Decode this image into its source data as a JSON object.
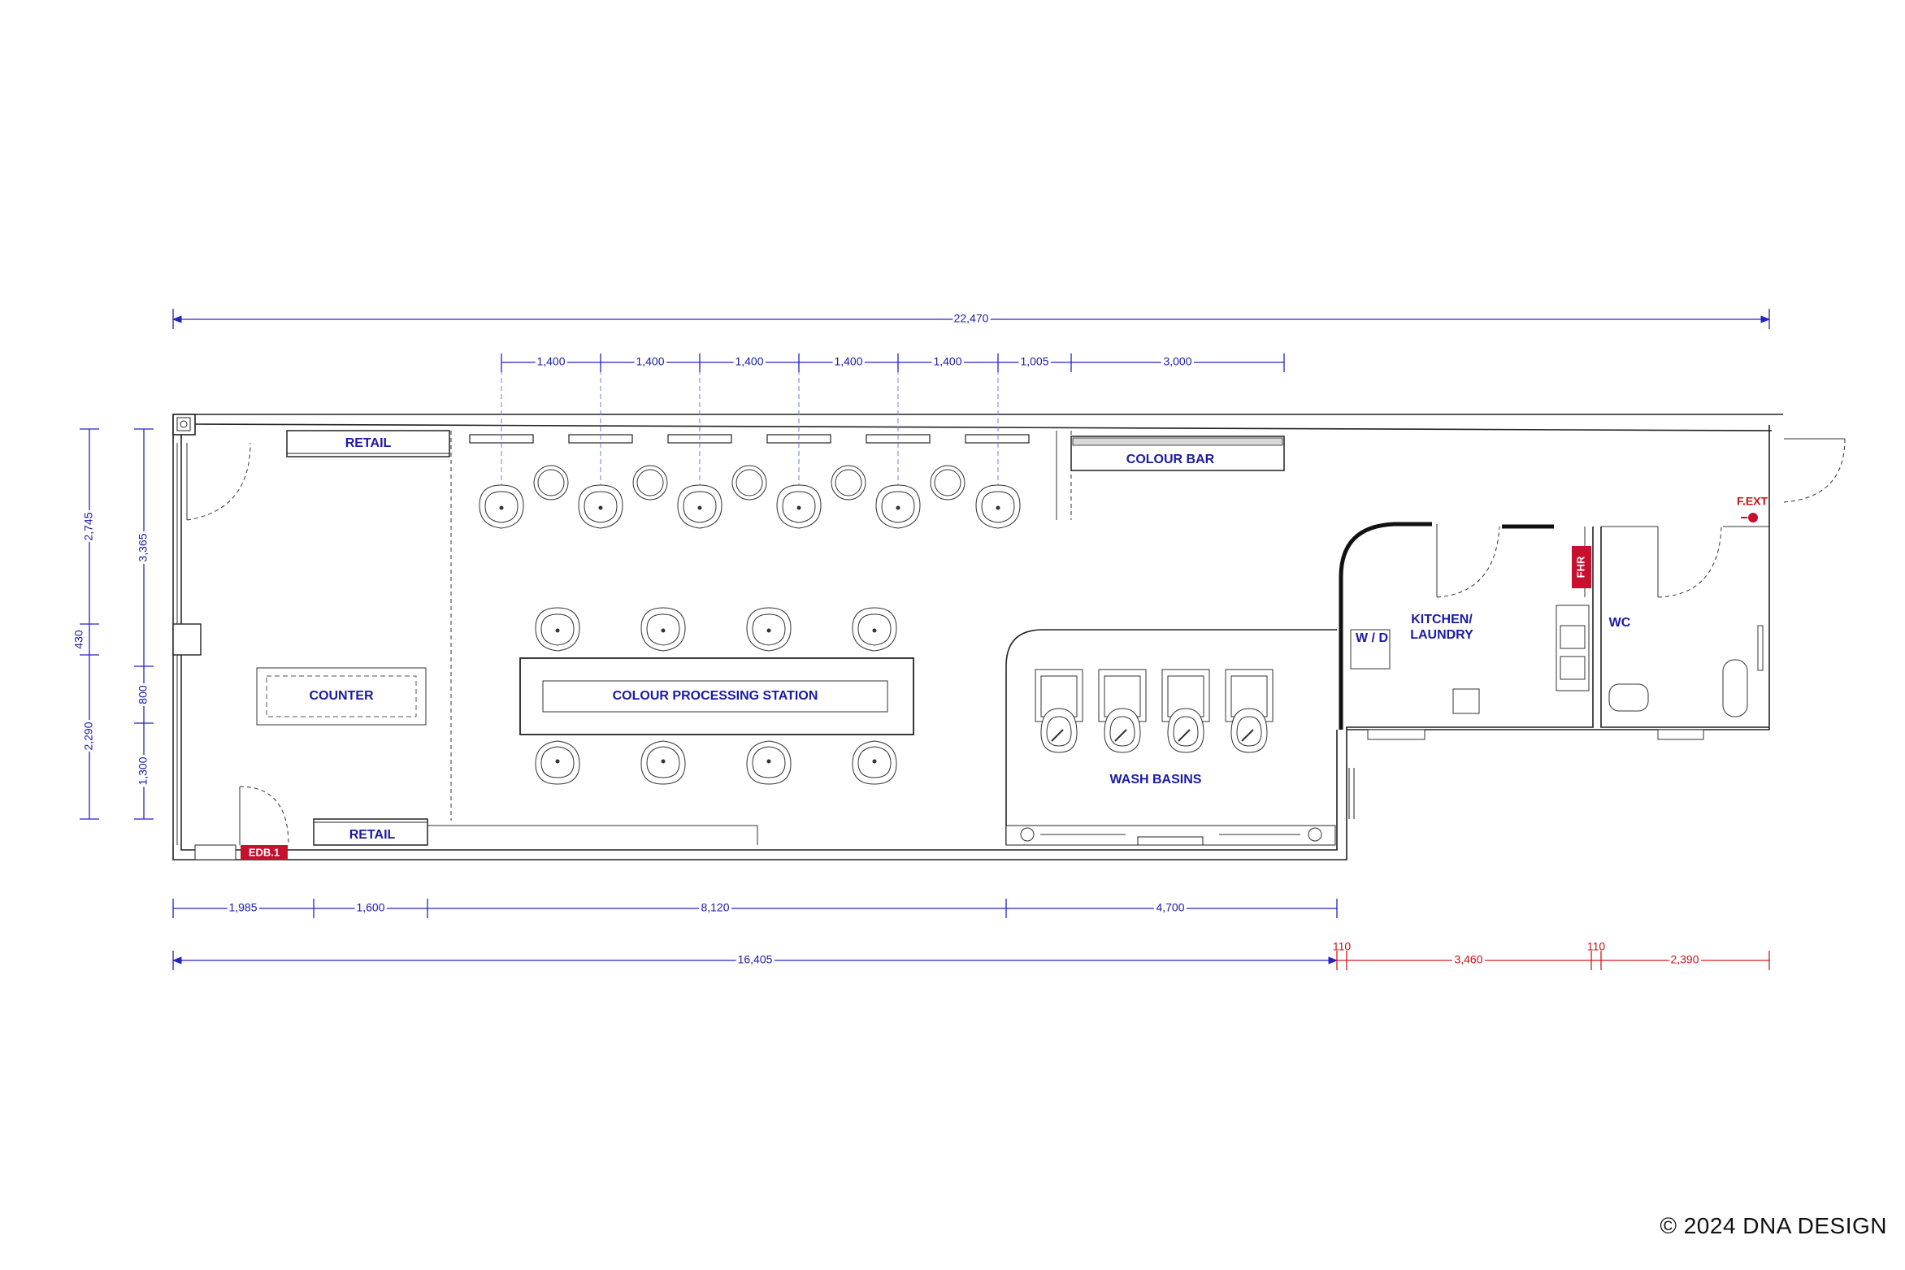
{
  "labels": {
    "retail_top": "RETAIL",
    "retail_bottom": "RETAIL",
    "colour_bar": "COLOUR BAR",
    "counter": "COUNTER",
    "colour_processing": "COLOUR PROCESSING STATION",
    "wash_basins": "WASH BASINS",
    "wd": "W / D",
    "kitchen_line1": "KITCHEN/",
    "kitchen_line2": "LAUNDRY",
    "wc": "WC",
    "fhr": "FHR",
    "fext": "F.EXT",
    "edb": "EDB.1"
  },
  "dimensions": {
    "overall": "22,470",
    "top_spacing": [
      "1,400",
      "1,400",
      "1,400",
      "1,400",
      "1,400",
      "1,005",
      "3,000"
    ],
    "bottom_row1": [
      "1,985",
      "1,600",
      "8,120",
      "4,700"
    ],
    "bottom_row2_left": "16,405",
    "bottom_row2_red": [
      "110",
      "3,460",
      "110",
      "2,390"
    ],
    "left_outer": [
      "2,745",
      "430",
      "2,290"
    ],
    "left_inner": [
      "3,365",
      "800",
      "1,300"
    ]
  },
  "colors": {
    "dimension_blue": "#2323c8",
    "dimension_red": "#d21a1a",
    "tag_red": "#c8102e",
    "label_blue": "#1a1aa8"
  },
  "footer": {
    "copyright": "© 2024 DNA DESIGN"
  }
}
